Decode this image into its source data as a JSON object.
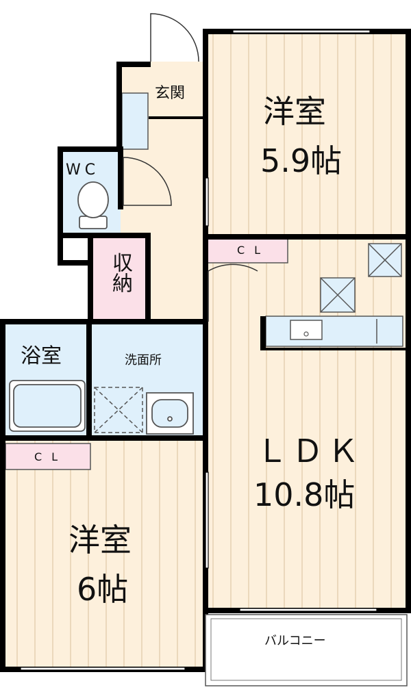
{
  "rooms": {
    "bedroom_top": {
      "name": "洋室",
      "size": "5.9帖"
    },
    "ldk": {
      "name": "ＬＤＫ",
      "size": "10.8帖"
    },
    "bedroom_bottom": {
      "name": "洋室",
      "size": "6帖"
    },
    "entrance": "玄関",
    "wc": "WC",
    "storage": "収納",
    "bath": "浴室",
    "washroom": "洗面所",
    "balcony": "バルコニー",
    "closet_top": "CL",
    "closet_bottom": "CL"
  },
  "colors": {
    "floor_wood": "#fdf0dc",
    "floor_grain": "#e2c9a6",
    "wet_area": "#dff0fb",
    "storage": "#fbe0e8",
    "wall": "#000000",
    "balcony": "#ffffff"
  }
}
